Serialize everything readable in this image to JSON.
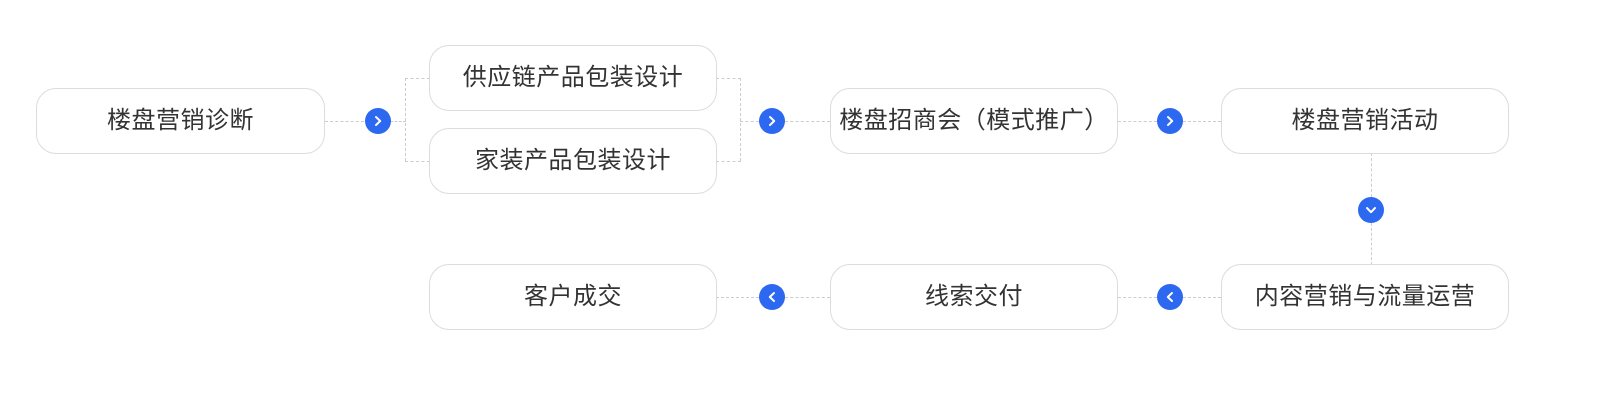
{
  "diagram": {
    "type": "flowchart",
    "title": "",
    "accent_color": "#2c68f0",
    "box_border_color": "#dcdcdc",
    "connector_color": "#cccccc",
    "text_color": "#333333",
    "background": "#ffffff",
    "nodes": [
      {
        "id": "n1",
        "label": "楼盘营销诊断",
        "row": "top",
        "order": 1
      },
      {
        "id": "n2a",
        "label": "供应链产品包装设计",
        "row": "top",
        "order": 2
      },
      {
        "id": "n2b",
        "label": "家装产品包装设计",
        "row": "top",
        "order": 2
      },
      {
        "id": "n3",
        "label": "楼盘招商会（模式推广）",
        "row": "top",
        "order": 3
      },
      {
        "id": "n4",
        "label": "楼盘营销活动",
        "row": "top",
        "order": 4
      },
      {
        "id": "n5",
        "label": "内容营销与流量运营",
        "row": "bottom",
        "order": 5
      },
      {
        "id": "n6",
        "label": "线索交付",
        "row": "bottom",
        "order": 6
      },
      {
        "id": "n7",
        "label": "客户成交",
        "row": "bottom",
        "order": 7
      }
    ],
    "connectors": [
      {
        "id": "c1",
        "from": "n1",
        "to": "n2a,n2b",
        "icon": "chevron-right-icon",
        "direction": "right"
      },
      {
        "id": "c2",
        "from": "n2a,n2b",
        "to": "n3",
        "icon": "chevron-right-icon",
        "direction": "right"
      },
      {
        "id": "c3",
        "from": "n3",
        "to": "n4",
        "icon": "chevron-right-icon",
        "direction": "right"
      },
      {
        "id": "c4",
        "from": "n4",
        "to": "n5",
        "icon": "chevron-down-icon",
        "direction": "down"
      },
      {
        "id": "c5",
        "from": "n5",
        "to": "n6",
        "icon": "chevron-left-icon",
        "direction": "left"
      },
      {
        "id": "c6",
        "from": "n6",
        "to": "n7",
        "icon": "chevron-left-icon",
        "direction": "left"
      }
    ]
  }
}
